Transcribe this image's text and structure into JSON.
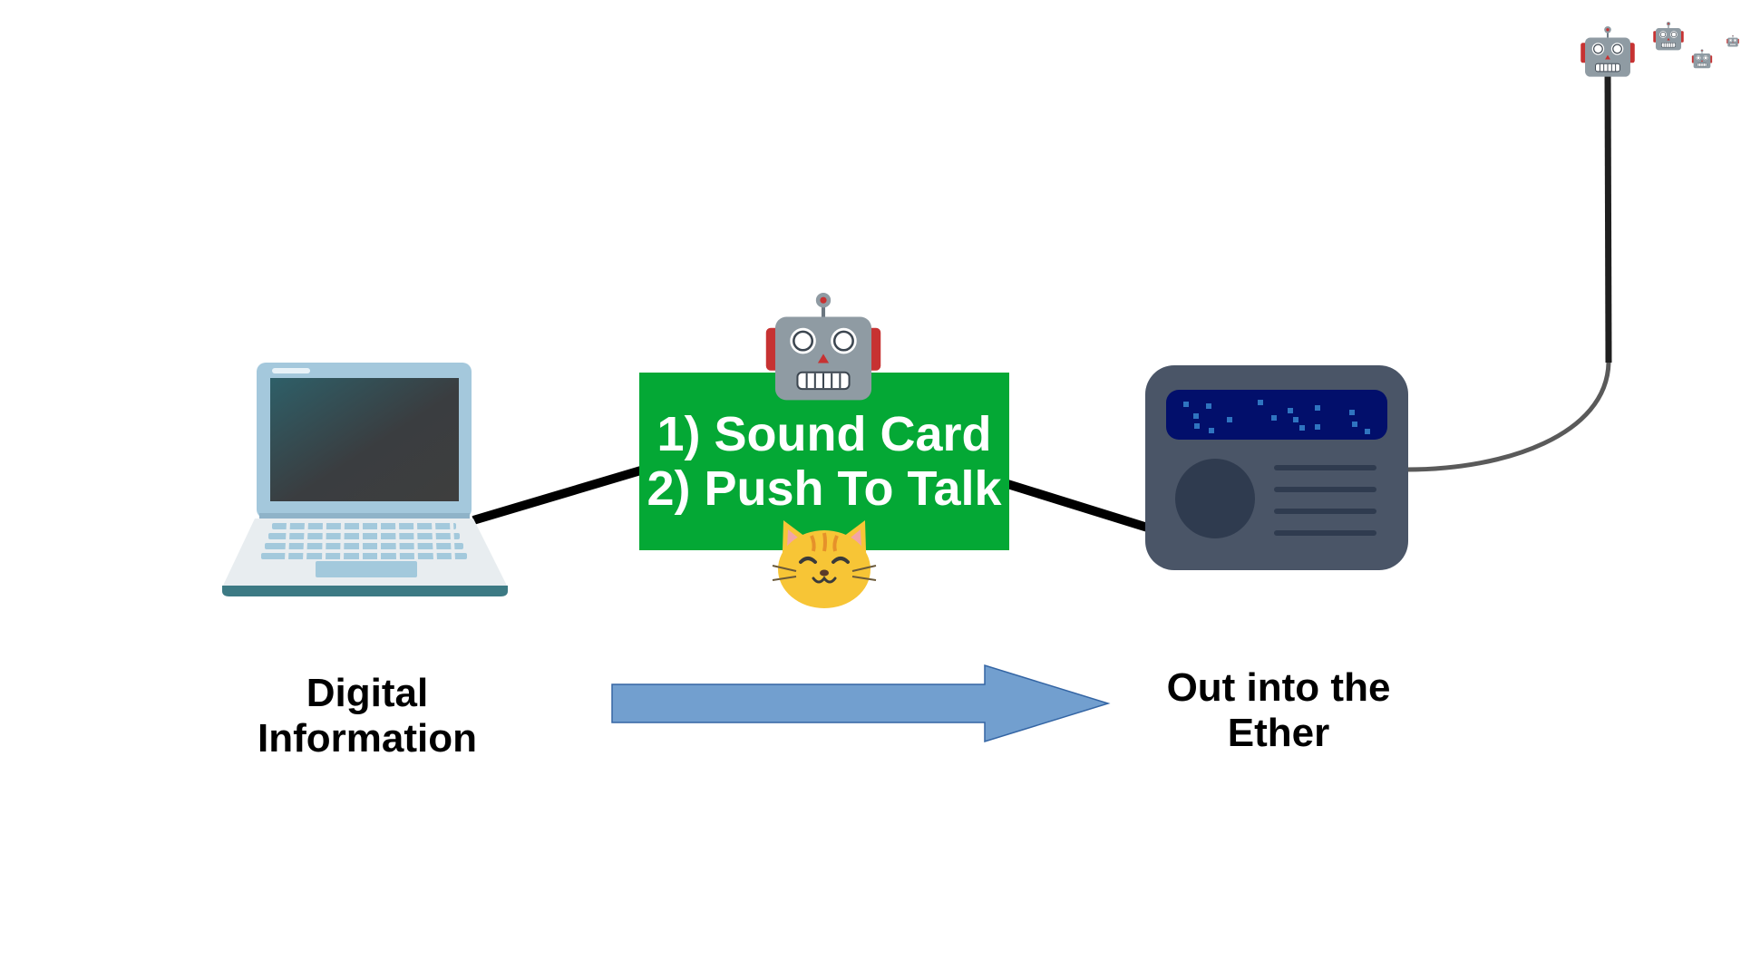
{
  "labels": {
    "digital": [
      "Digital",
      "Information"
    ],
    "modem": [
      "1) Sound Card",
      "2) Push To Talk"
    ],
    "ether": [
      "Out into the",
      "Ether"
    ]
  },
  "icons": {
    "laptop": "laptop-icon",
    "robot": "robot-icon",
    "cat": "cat-face-icon",
    "radio": "radio-icon",
    "antenna": "antenna-icon"
  },
  "colors": {
    "modem_box": "#04a835",
    "arrow": "#729fcf",
    "radio_body": "#4a5567",
    "radio_display": "#020f6b",
    "robot_head": "#8f9ba3",
    "robot_ears": "#c73232",
    "cat": "#f7c536"
  }
}
